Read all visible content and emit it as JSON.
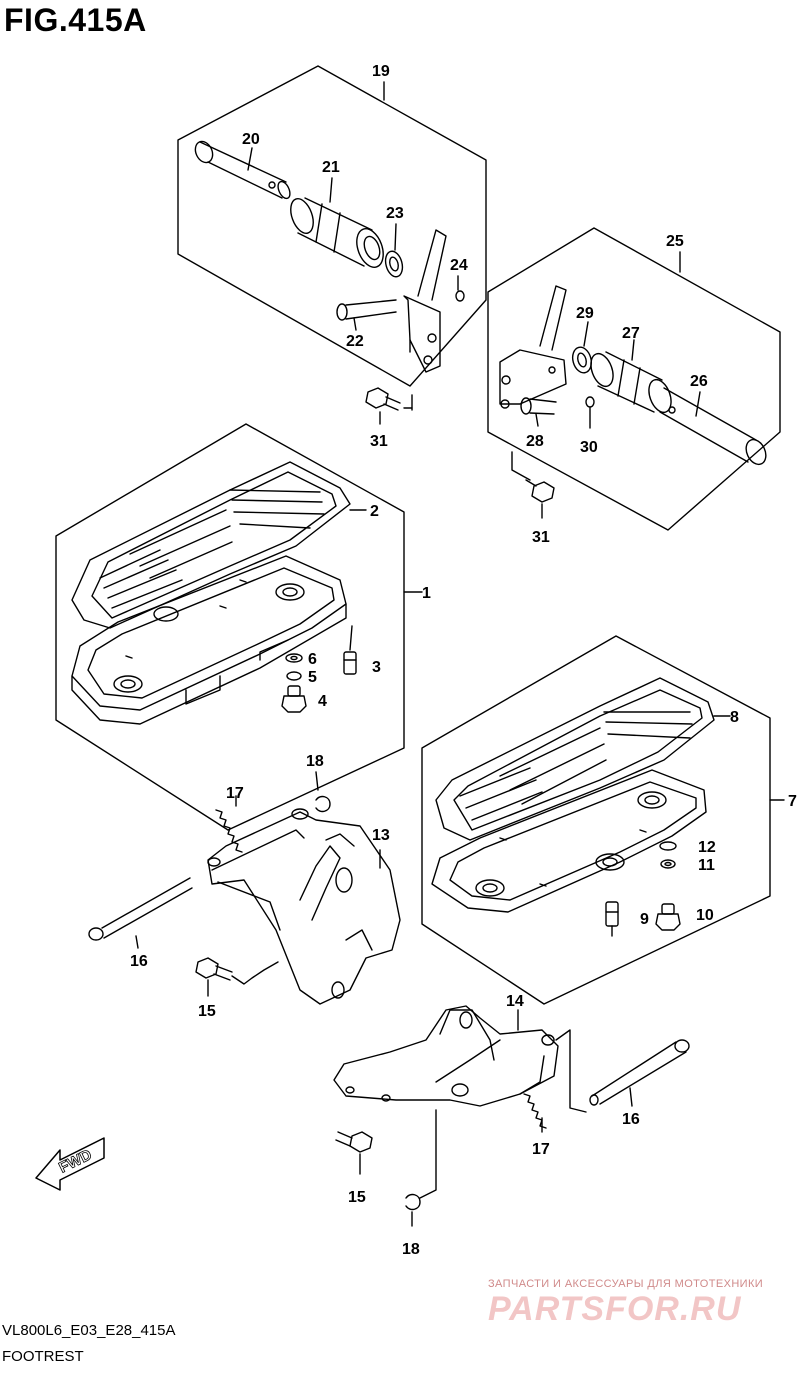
{
  "figure": {
    "title": "FIG.415A",
    "model_code": "VL800L6_E03_E28_415A",
    "section": "FOOTREST",
    "fwd_label": "FWD"
  },
  "watermark": {
    "caption": "ЗАПЧАСТИ И АКСЕССУАРЫ ДЛЯ МОТОТЕХНИКИ",
    "brand": "PARTSFOR.RU"
  },
  "callouts": {
    "c1": "1",
    "c2": "2",
    "c3": "3",
    "c4": "4",
    "c5": "5",
    "c6": "6",
    "c7": "7",
    "c8": "8",
    "c9": "9",
    "c10": "10",
    "c11": "11",
    "c12": "12",
    "c13": "13",
    "c14": "14",
    "c15a": "15",
    "c15b": "15",
    "c16a": "16",
    "c16b": "16",
    "c17a": "17",
    "c17b": "17",
    "c18a": "18",
    "c18b": "18",
    "c19": "19",
    "c20": "20",
    "c21": "21",
    "c22": "22",
    "c23": "23",
    "c24": "24",
    "c25": "25",
    "c26": "26",
    "c27": "27",
    "c28": "28",
    "c29": "29",
    "c30": "30",
    "c31a": "31",
    "c31b": "31"
  }
}
